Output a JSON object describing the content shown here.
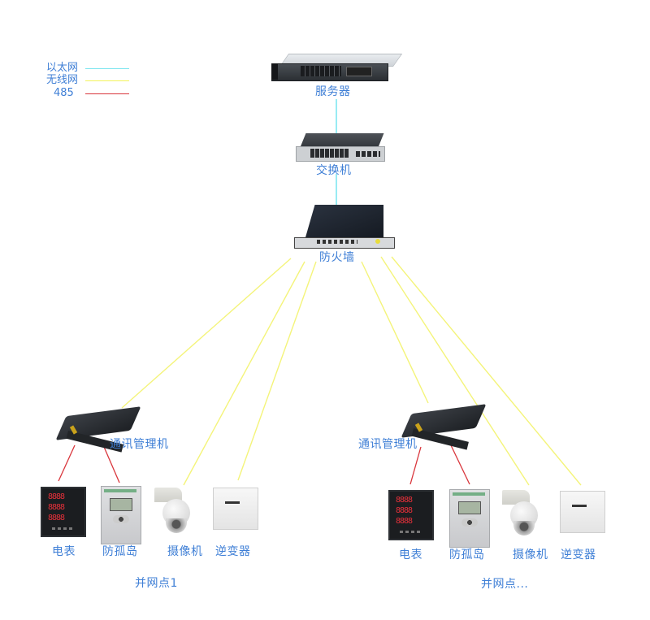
{
  "legend": {
    "items": [
      {
        "label": "以太网",
        "color": "#7fe6f0"
      },
      {
        "label": "无线网",
        "color": "#f2f25a"
      },
      {
        "label": "485",
        "color": "#d9363c"
      }
    ]
  },
  "core": {
    "server": {
      "label": "服务器",
      "icon": "server-icon"
    },
    "switch": {
      "label": "交换机",
      "icon": "switch-icon"
    },
    "firewall": {
      "label": "防火墙",
      "icon": "firewall-icon"
    }
  },
  "sites": [
    {
      "label": "并网点1",
      "manager": {
        "label": "通讯管理机",
        "icon": "comm-manager-icon"
      },
      "devices": [
        {
          "label": "电表",
          "icon": "meter-icon",
          "link": "485"
        },
        {
          "label": "防孤岛",
          "icon": "anti-islanding-icon",
          "link": "485"
        },
        {
          "label": "摄像机",
          "icon": "camera-icon",
          "link": "无线网"
        },
        {
          "label": "逆变器",
          "icon": "inverter-icon",
          "link": "无线网"
        }
      ]
    },
    {
      "label": "并网点...",
      "manager": {
        "label": "通讯管理机",
        "icon": "comm-manager-icon"
      },
      "devices": [
        {
          "label": "电表",
          "icon": "meter-icon",
          "link": "485"
        },
        {
          "label": "防孤岛",
          "icon": "anti-islanding-icon",
          "link": "485"
        },
        {
          "label": "摄像机",
          "icon": "camera-icon",
          "link": "无线网"
        },
        {
          "label": "逆变器",
          "icon": "inverter-icon",
          "link": "无线网"
        }
      ]
    }
  ],
  "meter_readout": [
    "8888",
    "8888",
    "8888"
  ]
}
